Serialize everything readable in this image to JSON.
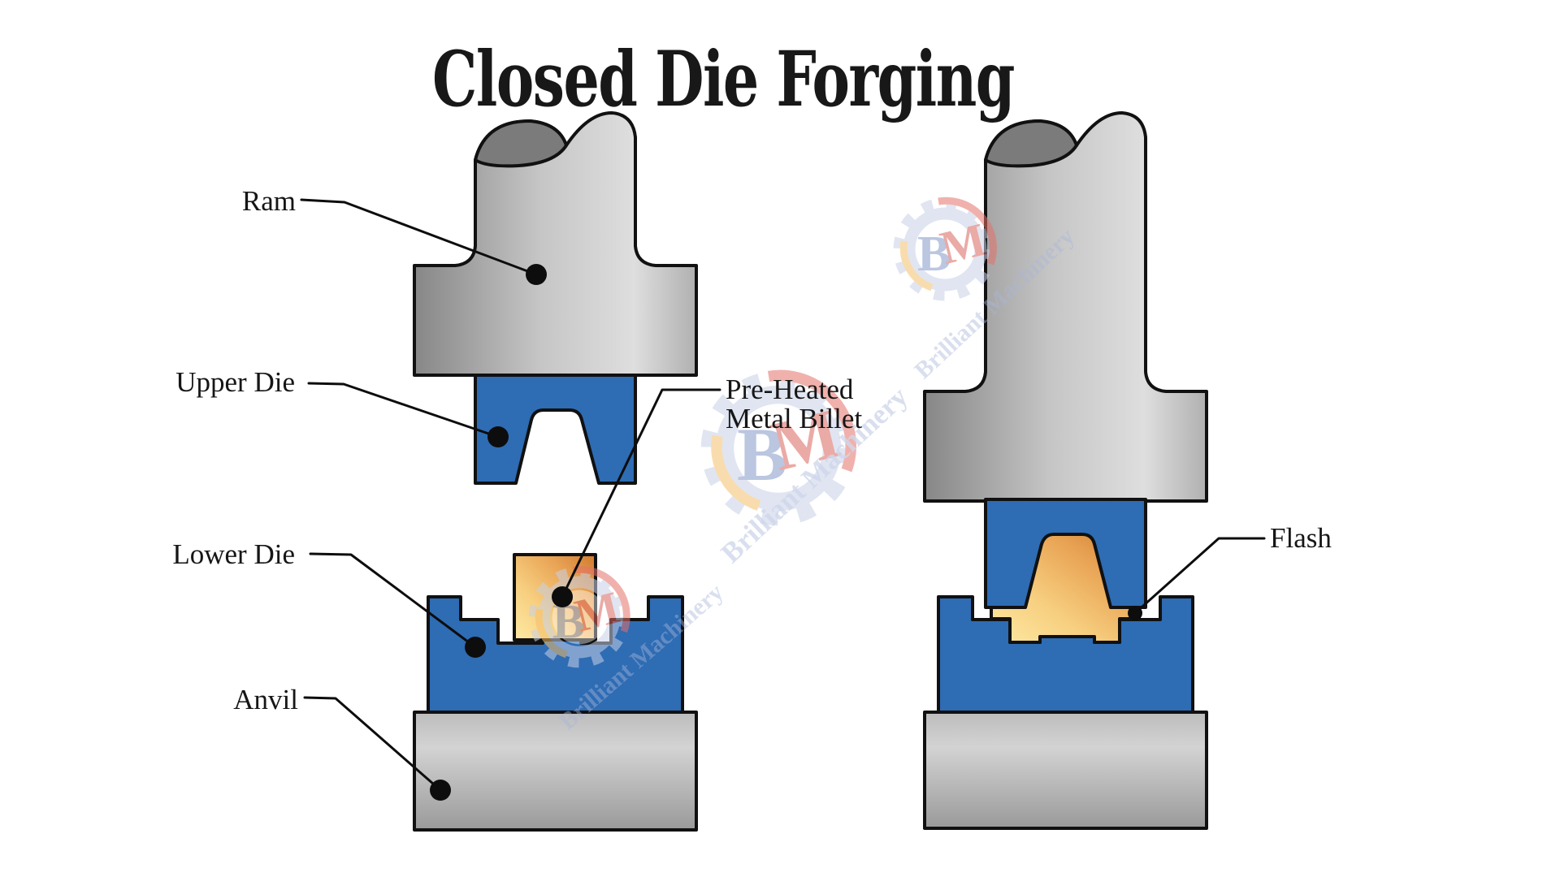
{
  "title": "Closed Die Forging",
  "labels": {
    "ram": "Ram",
    "upper_die": "Upper Die",
    "lower_die": "Lower Die",
    "anvil": "Anvil",
    "billet_line1": "Pre-Heated",
    "billet_line2": "Metal Billet",
    "flash": "Flash"
  },
  "watermark": {
    "text": "Brilliant Machinery",
    "monogram_b": "B",
    "monogram_m": "M"
  },
  "colors": {
    "die_blue": "#2e6cb4",
    "billet_orange_dark": "#d07a2e",
    "billet_orange_light": "#fdeaa4",
    "metal_gray_dark": "#8a8a8a",
    "metal_gray_light": "#dcdcdc",
    "anvil_gray": "#b5b5b5",
    "outline_black": "#111111",
    "watermark_blue": "#c7d0e6",
    "background": "#ffffff"
  }
}
